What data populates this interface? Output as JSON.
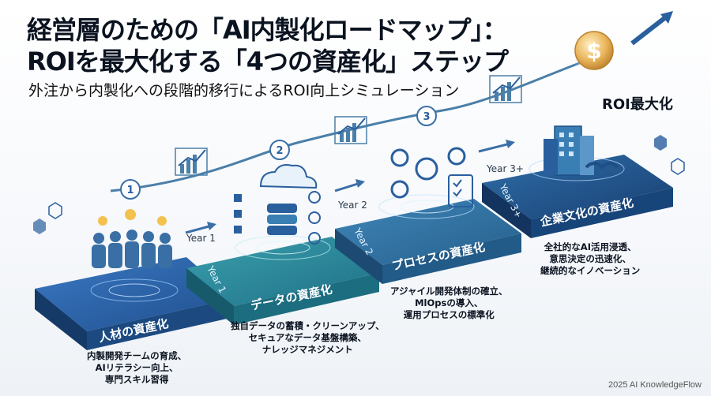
{
  "title": {
    "line1": "経営層のための「AI内製化ロードマップ」：",
    "line2": "ROIを最大化する「4つの資産化」ステップ"
  },
  "subtitle": "外注から内製化への段階的移行によるROI向上シミュレーション",
  "roi_label": "ROI最大化",
  "footer": "2025 AI KnowledgeFlow",
  "steps": [
    {
      "number": "1",
      "year": "",
      "title": "人材の資産化",
      "desc": [
        "内製開発チームの育成、",
        "AIリテラシー向上、",
        "専門スキル習得"
      ]
    },
    {
      "number": "2",
      "year": "Year 1",
      "title": "データの資産化",
      "desc": [
        "独自データの蓄積・クリーンアップ、",
        "セキュアなデータ基盤構築、",
        "ナレッジマネジメント"
      ]
    },
    {
      "number": "3",
      "year": "Year 2",
      "title": "プロセスの資産化",
      "desc": [
        "アジャイル開発体制の確立、",
        "MlOpsの導入、",
        "運用プロセスの標準化"
      ]
    },
    {
      "number": "",
      "year": "Year 3+",
      "title": "企業文化の資産化",
      "desc": [
        "全社的なAI活用浸透、",
        "意思決定の迅速化、",
        "継続的なイノベーション"
      ]
    }
  ],
  "colors": {
    "step1": "#2a5f9e",
    "step2": "#2a8a9a",
    "step3": "#2d6f9c",
    "step4": "#1f4f86",
    "curve": "#4a7fa8",
    "coin": "#e8b04a"
  },
  "icons": [
    "people-idea-icon",
    "cloud-database-icon",
    "gears-checklist-icon",
    "building-handshake-icon",
    "bar-chart-icon",
    "dollar-coin-icon",
    "growth-arrow-icon"
  ]
}
